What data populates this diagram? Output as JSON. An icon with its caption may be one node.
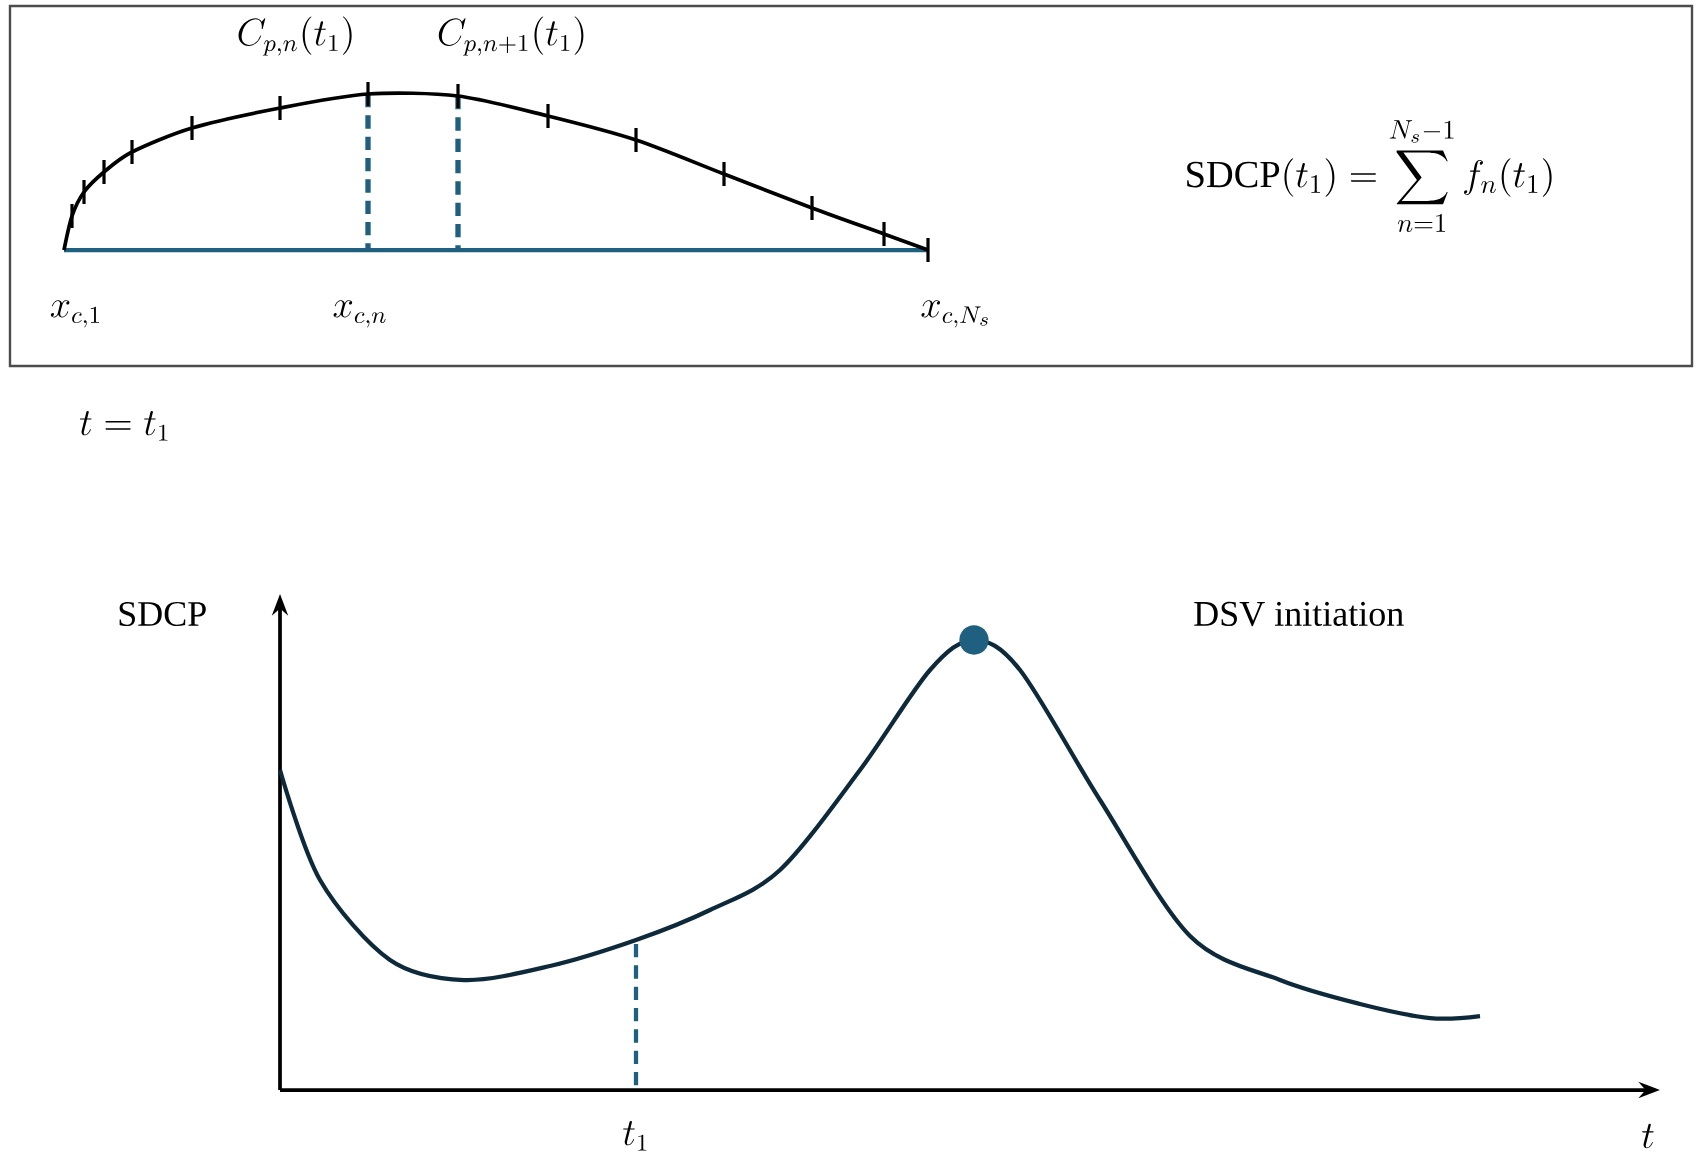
{
  "diagram": {
    "nodes": [
      {
        "text": [
          "C_{p,n}(t_1)",
          "C_{p,n+1}(t_1)",
          "x_{c,1}",
          "x_{c,n}",
          "x_{c,N_s}",
          "\\mathrm{SDCP}(t_1) = \\sum_{n=1}^{N_s-1} f_n(t_1)"
        ]
      }
    ],
    "labels": [
      "t = t_1",
      "SDCP",
      "DSV initiation",
      "t_1",
      "t"
    ]
  }
}
